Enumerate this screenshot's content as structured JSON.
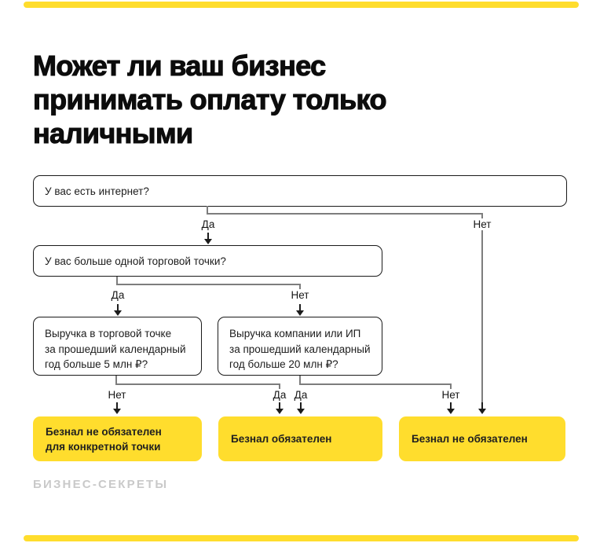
{
  "accent_yellow": "#FFDD2D",
  "title": {
    "lines": [
      "Может ли ваш бизнес",
      "принимать оплату только",
      "наличными"
    ]
  },
  "flow": {
    "q1": {
      "text": "У вас есть интернет?"
    },
    "q2": {
      "text": "У вас больше одной торговой точки?"
    },
    "q3": {
      "lines": [
        "Выручка в торговой точке",
        "за прошедший календарный",
        "год больше 5 млн ₽?"
      ]
    },
    "q4": {
      "lines": [
        "Выручка компании или ИП",
        "за прошедший календарный",
        "год больше 20 млн ₽?"
      ]
    },
    "labels": {
      "yes": "Да",
      "no": "Нет"
    },
    "results": {
      "r1": {
        "lines": [
          "Безнал не обязателен",
          "для конкретной точки"
        ]
      },
      "r2": {
        "text": "Безнал обязателен"
      },
      "r3": {
        "text": "Безнал не обязателен"
      }
    }
  },
  "footer": {
    "watermark": "БИЗНЕС-СЕКРЕТЫ"
  }
}
